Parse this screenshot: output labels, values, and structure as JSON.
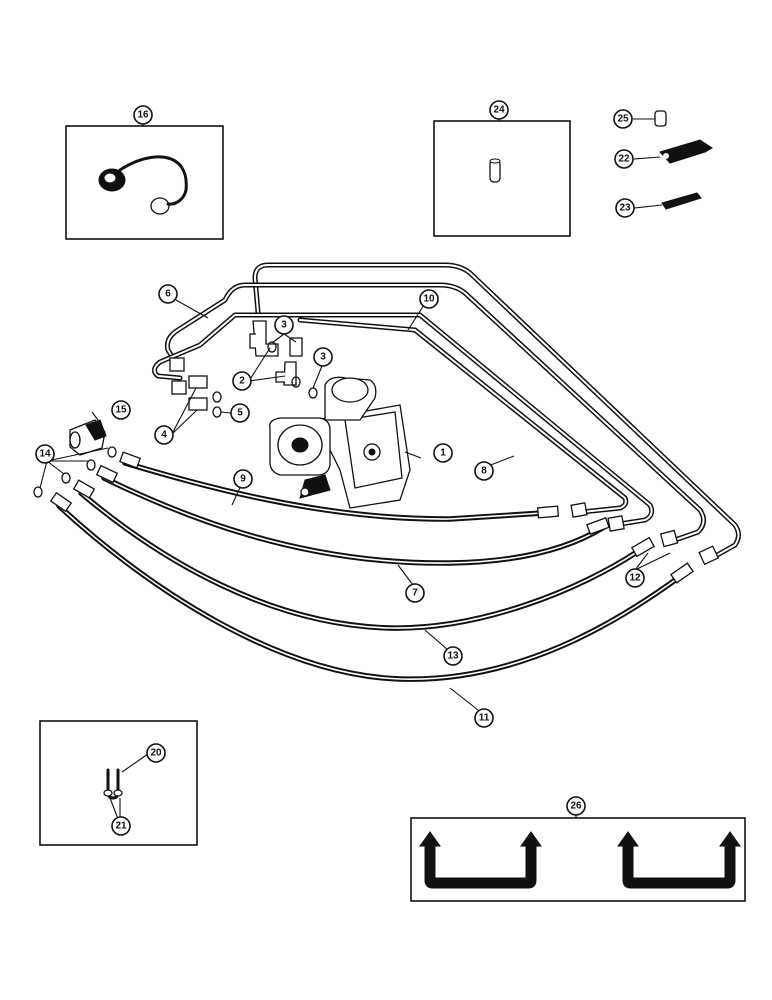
{
  "callouts": {
    "c1": "1",
    "c2": "2",
    "c3a": "3",
    "c3b": "3",
    "c4": "4",
    "c5": "5",
    "c6": "6",
    "c7": "7",
    "c8": "8",
    "c9": "9",
    "c10": "10",
    "c11": "11",
    "c12": "12",
    "c13": "13",
    "c14": "14",
    "c15": "15",
    "c16": "16",
    "c20": "20",
    "c21": "21",
    "c22": "22",
    "c23": "23",
    "c24": "24",
    "c25": "25",
    "c26": "26"
  }
}
